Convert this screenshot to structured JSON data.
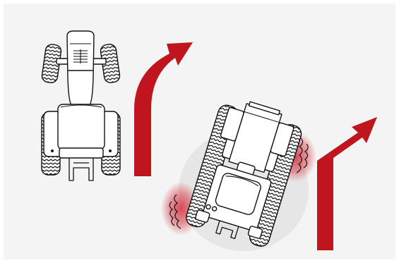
{
  "figure": {
    "panel_color": "#f4f4f4",
    "accent_color": "#c0141f",
    "line_color": "#111111",
    "tractor_fill": "#ffffff",
    "soil_damage_color": "#d42b3a"
  },
  "scenes": [
    {
      "id": "standard-turn",
      "icon": "tractor-top-view-icon",
      "arrow": "curved-turn-arrow"
    },
    {
      "id": "articulated-turn",
      "icon": "articulated-tractor-top-view-icon",
      "arrow": "angled-turn-arrow"
    }
  ]
}
